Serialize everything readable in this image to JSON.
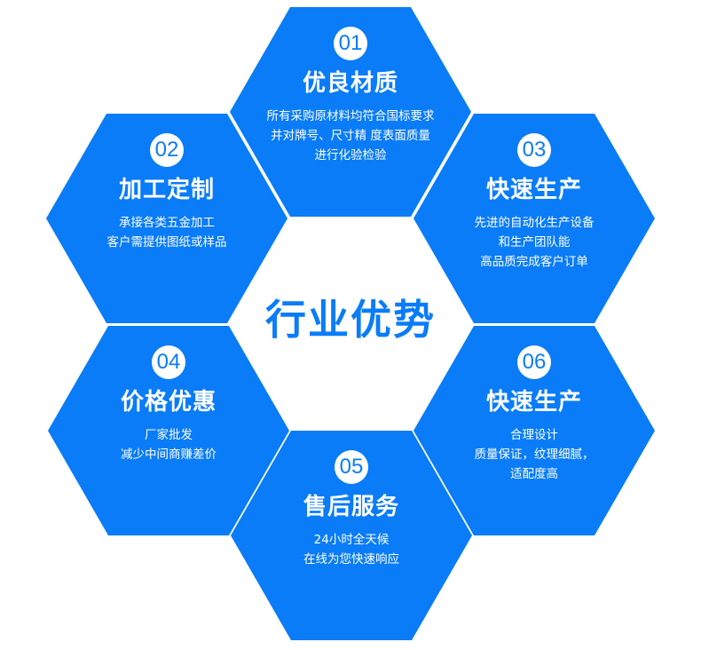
{
  "colors": {
    "hex_fill": "#0a7cf7",
    "circle_bg": "#ffffff",
    "text": "#ffffff",
    "center_title": "#0a7cf7"
  },
  "center": {
    "title": "行业优势"
  },
  "hexagons": [
    {
      "number": "01",
      "title": "优良材质",
      "lines": [
        "所有采购原材料均符合国标要求",
        "并对牌号、尺寸精 度表面质量",
        "进行化验检验"
      ]
    },
    {
      "number": "02",
      "title": "加工定制",
      "lines": [
        "承接各类五金加工",
        "客户需提供图纸或样品"
      ]
    },
    {
      "number": "03",
      "title": "快速生产",
      "lines": [
        "先进的自动化生产设备",
        "和生产团队能",
        "高品质完成客户订单"
      ]
    },
    {
      "number": "04",
      "title": "价格优惠",
      "lines": [
        "厂家批发",
        "减少中间商赚差价"
      ]
    },
    {
      "number": "05",
      "title": "售后服务",
      "lines": [
        "24小时全天候",
        "在线为您快速响应"
      ]
    },
    {
      "number": "06",
      "title": "快速生产",
      "lines": [
        "合理设计",
        "质量保证，纹理细腻，",
        "适配度高"
      ]
    }
  ]
}
